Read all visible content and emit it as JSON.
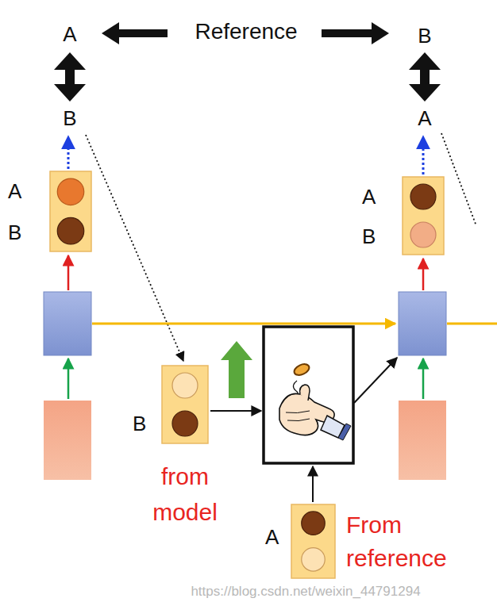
{
  "diagram": {
    "nodes": [
      {
        "text": [
          "A",
          "B"
        ]
      },
      {
        "text": [
          "A",
          "B"
        ]
      },
      {
        "text": [
          "B",
          "from model"
        ]
      },
      {
        "text": [
          "A",
          "From reference"
        ]
      }
    ],
    "labels": [
      "A",
      "Reference",
      "B",
      "B",
      "A",
      "https://blog.csdn.net/weixin_44791294"
    ]
  }
}
